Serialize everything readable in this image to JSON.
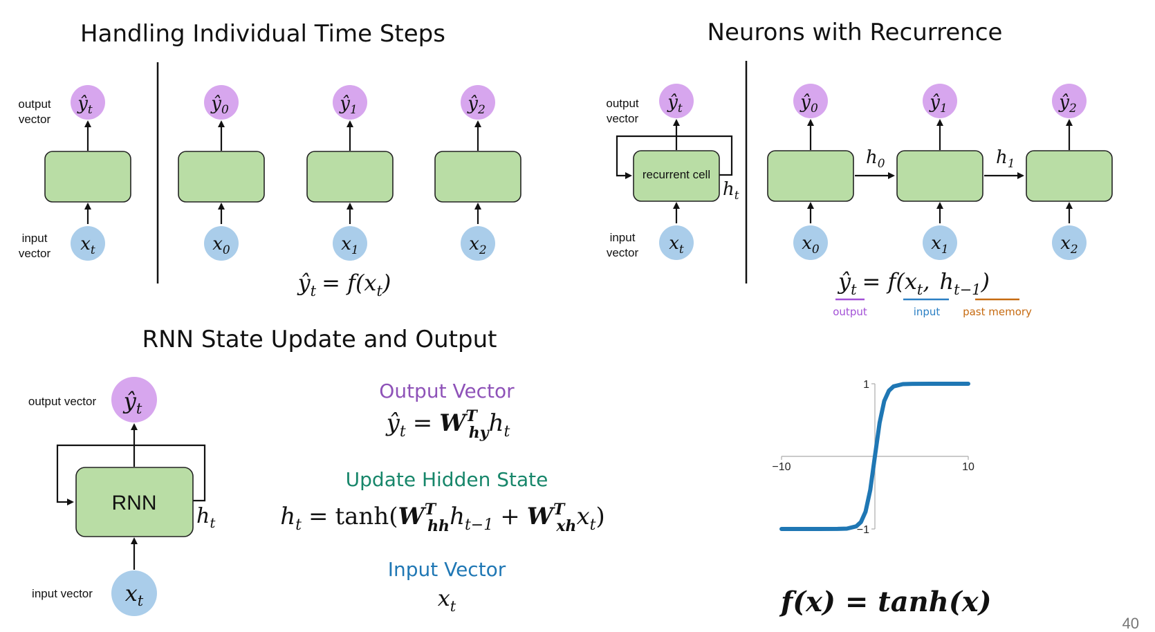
{
  "titles": {
    "individual": "Handling Individual Time Steps",
    "recurrence": "Neurons with Recurrence",
    "rnn_state": "RNN State Update and Output"
  },
  "labels": {
    "output": "output",
    "vector": "vector",
    "input": "input",
    "output_vector": "output vector",
    "input_vector": "input vector",
    "recurrent_cell": "recurrent cell",
    "rnn": "RNN"
  },
  "symbols": {
    "y_hat": "ŷ",
    "x": "x",
    "h": "h",
    "sub_t": "t",
    "sub_0": "0",
    "sub_1": "1",
    "sub_2": "2",
    "sub_t_minus_1": "t−1"
  },
  "equations": {
    "individual": {
      "lhs": "ŷ",
      "sub": "t",
      "rhs": "= f(x",
      "rhs_sub": "t",
      "close": ")"
    },
    "recurrence": {
      "lhs": "ŷ",
      "lhs_sub": "t",
      "eq": "= f(x",
      "x_sub": "t",
      "comma": ",",
      "h": "h",
      "h_sub": "t−1",
      "close": ")",
      "annot_output": "output",
      "annot_input": "input",
      "annot_memory": "past memory"
    }
  },
  "sections": {
    "output_vector": {
      "heading": "Output Vector",
      "color": "#8e52b8",
      "eq_lhs": "ŷ",
      "eq_lhs_sub": "t",
      "eq_eq": "=",
      "eq_W": "W",
      "eq_W_sup": "T",
      "eq_W_sub": "hy",
      "eq_h": "h",
      "eq_h_sub": "t"
    },
    "update_hidden": {
      "heading": "Update Hidden State",
      "color": "#17866a",
      "lhs": "h",
      "lhs_sub": "t",
      "eq": "=",
      "tanh": "tanh(",
      "W1": "W",
      "W1_sup": "T",
      "W1_sub": "hh",
      "h": "h",
      "h_sub": "t−1",
      "plus": "+",
      "W2": "W",
      "W2_sup": "T",
      "W2_sub": "xh",
      "x": "x",
      "x_sub": "t",
      "close": ")"
    },
    "input_vector": {
      "heading": "Input Vector",
      "color": "#1f77b4",
      "x": "x",
      "x_sub": "t"
    }
  },
  "chart_data": {
    "type": "line",
    "title": "",
    "function": "tanh",
    "xlim": [
      -10,
      10
    ],
    "ylim": [
      -1,
      1
    ],
    "xticks": [
      "−10",
      "10"
    ],
    "yticks": [
      "1",
      "−1"
    ],
    "x": [
      -10,
      -8,
      -6,
      -4,
      -3,
      -2,
      -1.5,
      -1,
      -0.5,
      0,
      0.5,
      1,
      1.5,
      2,
      3,
      4,
      6,
      8,
      10
    ],
    "y": [
      -1,
      -1,
      -1,
      -0.999,
      -0.995,
      -0.964,
      -0.905,
      -0.762,
      -0.462,
      0,
      0.462,
      0.762,
      0.905,
      0.964,
      0.995,
      0.999,
      1,
      1,
      1
    ],
    "color": "#1f77b4",
    "caption_f": "f",
    "caption": "(x) = tanh(x)"
  },
  "colors": {
    "output": "#a24fd6",
    "input": "#2a7fc4",
    "memory": "#c66a10",
    "cell": "#b9dda5",
    "node_output": "#d7a6ee",
    "node_input": "#aacdea"
  },
  "page_number": "40"
}
